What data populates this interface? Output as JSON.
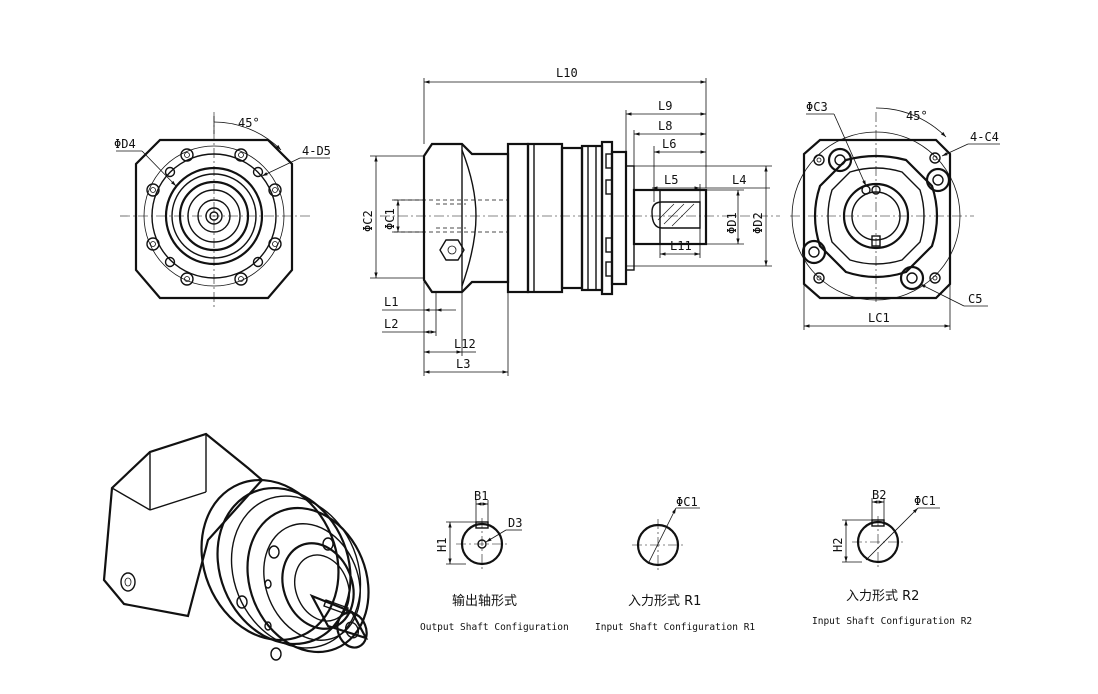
{
  "angle_left": "45°",
  "angle_right": "45°",
  "labels": {
    "phi_d4": "ΦD4",
    "d5": "4-D5",
    "l10": "L10",
    "l9": "L9",
    "l8": "L8",
    "l6": "L6",
    "l5": "L5",
    "l4": "L4",
    "l11": "L11",
    "l1": "L1",
    "l2": "L2",
    "l12": "L12",
    "l3": "L3",
    "phi_c2": "ΦC2",
    "phi_c1": "ΦC1",
    "phi_d1": "ΦD1",
    "phi_d2": "ΦD2",
    "phi_c3": "ΦC3",
    "c4": "4-C4",
    "c5": "C5",
    "lc1": "LC1",
    "b1": "B1",
    "d3": "D3",
    "h1": "H1",
    "phi_c1_r1": "ΦC1",
    "b2": "B2",
    "phi_c1_r2": "ΦC1",
    "h2": "H2"
  },
  "captions": {
    "output_cn": "输出轴形式",
    "output_en": "Output Shaft Configuration",
    "r1_cn": "入力形式 R1",
    "r1_en": "Input Shaft Configuration R1",
    "r2_cn": "入力形式 R2",
    "r2_en": "Input Shaft Configuration R2"
  }
}
